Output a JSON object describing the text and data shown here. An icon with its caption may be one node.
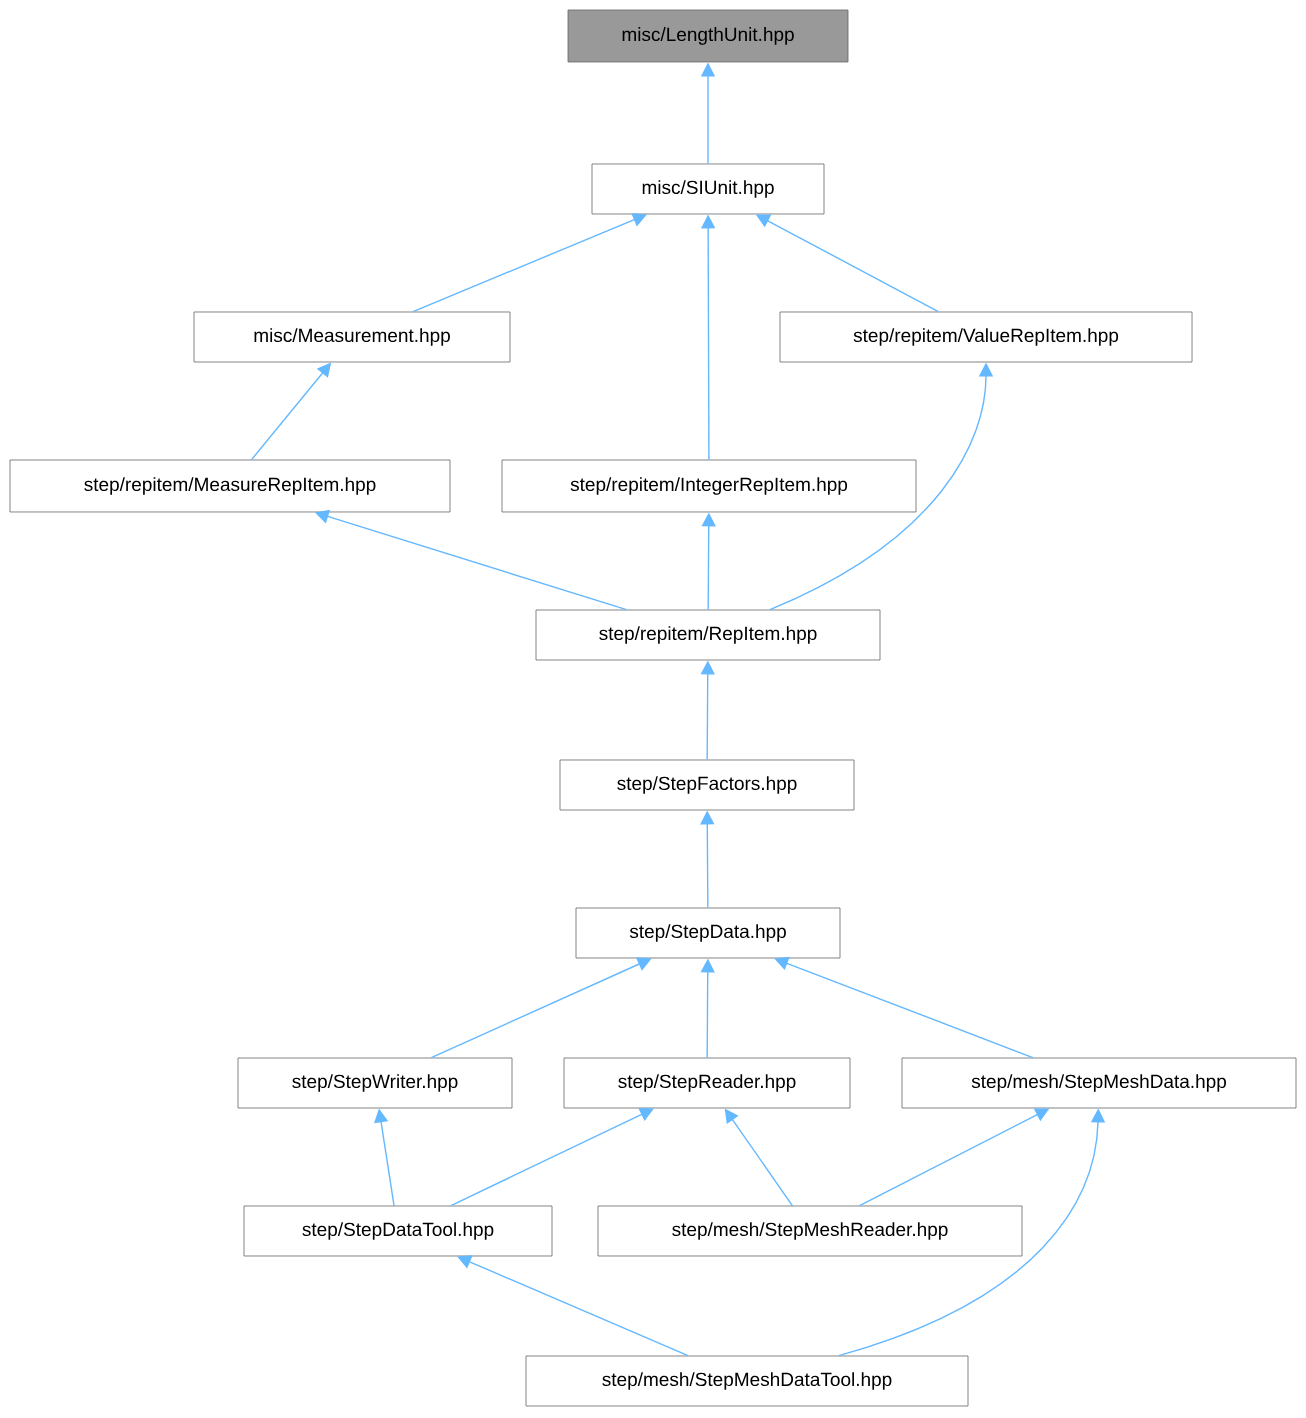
{
  "diagram": {
    "nodes": [
      {
        "text": [
          "misc/LengthUnit.hpp"
        ]
      },
      {
        "text": [
          "misc/SIUnit.hpp"
        ]
      },
      {
        "text": [
          "misc/Measurement.hpp"
        ]
      },
      {
        "text": [
          "step/repitem/ValueRepItem.hpp"
        ]
      },
      {
        "text": [
          "step/repitem/MeasureRepItem.hpp"
        ]
      },
      {
        "text": [
          "step/repitem/IntegerRepItem.hpp"
        ]
      },
      {
        "text": [
          "step/repitem/RepItem.hpp"
        ]
      },
      {
        "text": [
          "step/StepFactors.hpp"
        ]
      },
      {
        "text": [
          "step/StepData.hpp"
        ]
      },
      {
        "text": [
          "step/StepWriter.hpp"
        ]
      },
      {
        "text": [
          "step/StepReader.hpp"
        ]
      },
      {
        "text": [
          "step/mesh/StepMeshData.hpp"
        ]
      },
      {
        "text": [
          "step/StepDataTool.hpp"
        ]
      },
      {
        "text": [
          "step/mesh/StepMeshReader.hpp"
        ]
      },
      {
        "text": [
          "step/mesh/StepMeshDataTool.hpp"
        ]
      }
    ],
    "edges": [
      {
        "from": 1,
        "to": 0,
        "arrow": "to"
      },
      {
        "from": 2,
        "to": 1,
        "arrow": "to"
      },
      {
        "from": 5,
        "to": 1,
        "arrow": "to"
      },
      {
        "from": 3,
        "to": 1,
        "arrow": "to"
      },
      {
        "from": 4,
        "to": 2,
        "arrow": "to"
      },
      {
        "from": 6,
        "to": 4,
        "arrow": "to"
      },
      {
        "from": 6,
        "to": 5,
        "arrow": "to"
      },
      {
        "from": 6,
        "to": 3,
        "arrow": "to"
      },
      {
        "from": 7,
        "to": 6,
        "arrow": "to"
      },
      {
        "from": 8,
        "to": 7,
        "arrow": "to"
      },
      {
        "from": 9,
        "to": 8,
        "arrow": "to"
      },
      {
        "from": 10,
        "to": 8,
        "arrow": "to"
      },
      {
        "from": 11,
        "to": 8,
        "arrow": "to"
      },
      {
        "from": 12,
        "to": 9,
        "arrow": "to"
      },
      {
        "from": 12,
        "to": 10,
        "arrow": "to"
      },
      {
        "from": 13,
        "to": 10,
        "arrow": "to"
      },
      {
        "from": 13,
        "to": 11,
        "arrow": "to"
      },
      {
        "from": 14,
        "to": 12,
        "arrow": "to"
      },
      {
        "from": 14,
        "to": 11,
        "arrow": "to"
      }
    ]
  }
}
